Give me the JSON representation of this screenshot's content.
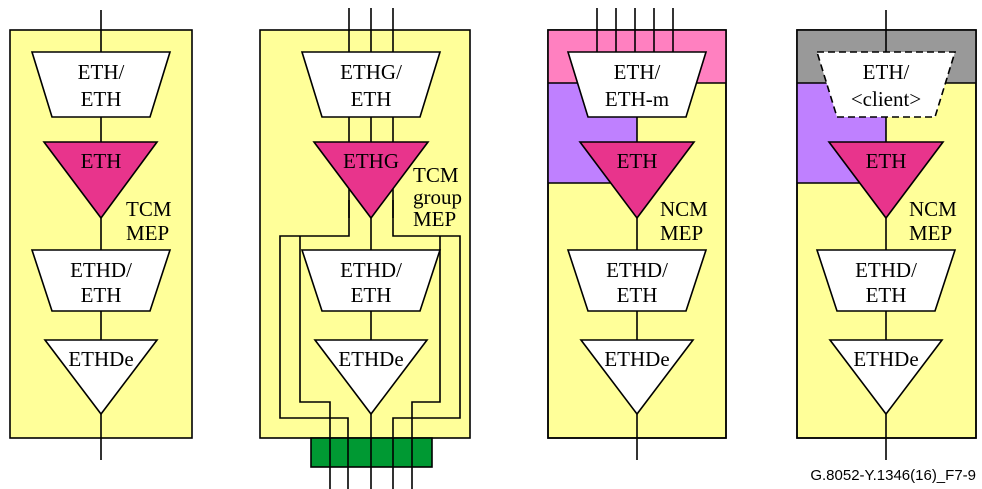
{
  "figure_id": "G.8052-Y.1346(16)_F7-9",
  "colors": {
    "panel": "#FFFF99",
    "magenta": "#E8348C",
    "pink": "#FF80C0",
    "violet": "#BF80FF",
    "gray": "#999999",
    "green": "#009933",
    "white": "#FFFFFF"
  },
  "panels": [
    {
      "adaptation": [
        "ETH/",
        "ETH"
      ],
      "termination": "ETH",
      "mep_label": [
        "TCM",
        "MEP"
      ],
      "ethd": [
        "ETHD/",
        "ETH"
      ],
      "ethde": "ETHDe"
    },
    {
      "adaptation": [
        "ETHG/",
        "ETH"
      ],
      "termination": "ETHG",
      "mep_label": [
        "TCM",
        "group",
        "MEP"
      ],
      "ethd": [
        "ETHD/",
        "ETH"
      ],
      "ethde": "ETHDe"
    },
    {
      "adaptation": [
        "ETH/",
        "ETH-m"
      ],
      "termination": "ETH",
      "mep_label": [
        "NCM",
        "MEP"
      ],
      "ethd": [
        "ETHD/",
        "ETH"
      ],
      "ethde": "ETHDe"
    },
    {
      "adaptation": [
        "ETH/",
        "<client>"
      ],
      "termination": "ETH",
      "mep_label": [
        "NCM",
        "MEP"
      ],
      "ethd": [
        "ETHD/",
        "ETH"
      ],
      "ethde": "ETHDe"
    }
  ]
}
